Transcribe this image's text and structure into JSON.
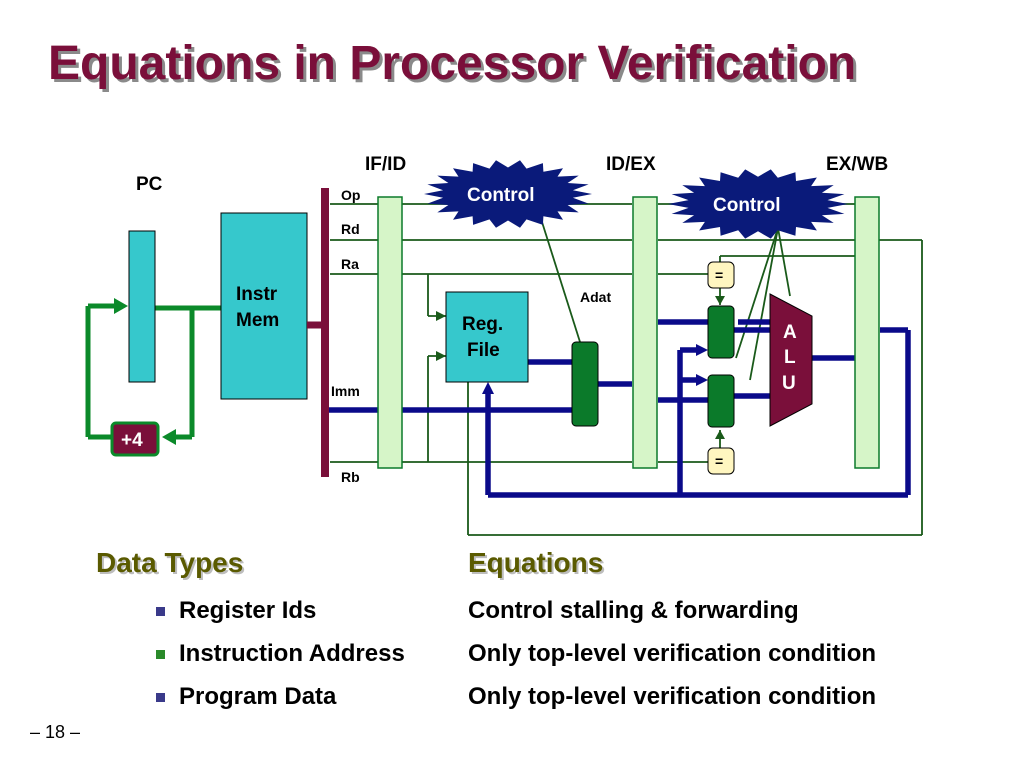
{
  "title": "Equations in Processor Verification",
  "diagram": {
    "pc_label": "PC",
    "plus4": "+4",
    "instr_mem": [
      "Instr",
      "Mem"
    ],
    "reg_file": [
      "Reg.",
      "File"
    ],
    "alu": [
      "A",
      "L",
      "U"
    ],
    "stages": [
      "IF/ID",
      "ID/EX",
      "EX/WB"
    ],
    "fields": [
      "Op",
      "Rd",
      "Ra",
      "Imm",
      "Rb"
    ],
    "control": "Control",
    "adat": "Adat",
    "equals": "="
  },
  "colors": {
    "title": "#7a0f3a",
    "heading": "#5a5a00",
    "cyan_block": "#36c8cc",
    "pipeline_reg": "#d6f5c8",
    "mux_green": "#0b7a2a",
    "bus_blue": "#0a0a8a",
    "maroon": "#7a0f3a",
    "starburst": "#0a1a7a"
  },
  "columns": {
    "data_types_heading": "Data Types",
    "equations_heading": "Equations"
  },
  "rows": [
    {
      "type": "Register Ids",
      "equation": "Control stalling & forwarding"
    },
    {
      "type": "Instruction Address",
      "equation": "Only top-level verification condition"
    },
    {
      "type": "Program Data",
      "equation": "Only top-level verification condition"
    }
  ],
  "footer": "– 18 –"
}
